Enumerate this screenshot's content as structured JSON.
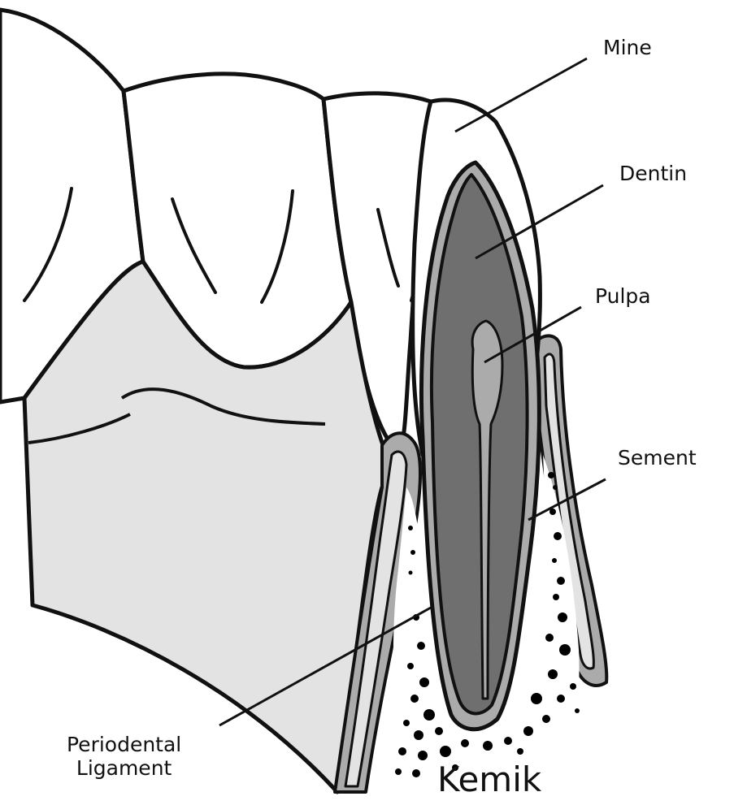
{
  "labels": {
    "mine": "Mine",
    "dentin": "Dentin",
    "pulpa": "Pulpa",
    "sement": "Sement",
    "periodontal_line1": "Periodental",
    "periodontal_line2": "Ligament",
    "kemik": "Kemik"
  },
  "colors": {
    "outline": "#111111",
    "gum": "#e3e3e3",
    "dentin": "#6f6f6f",
    "pulp_cementum": "#ababab",
    "enamel": "#ffffff",
    "bone_marrow": "#000000"
  }
}
